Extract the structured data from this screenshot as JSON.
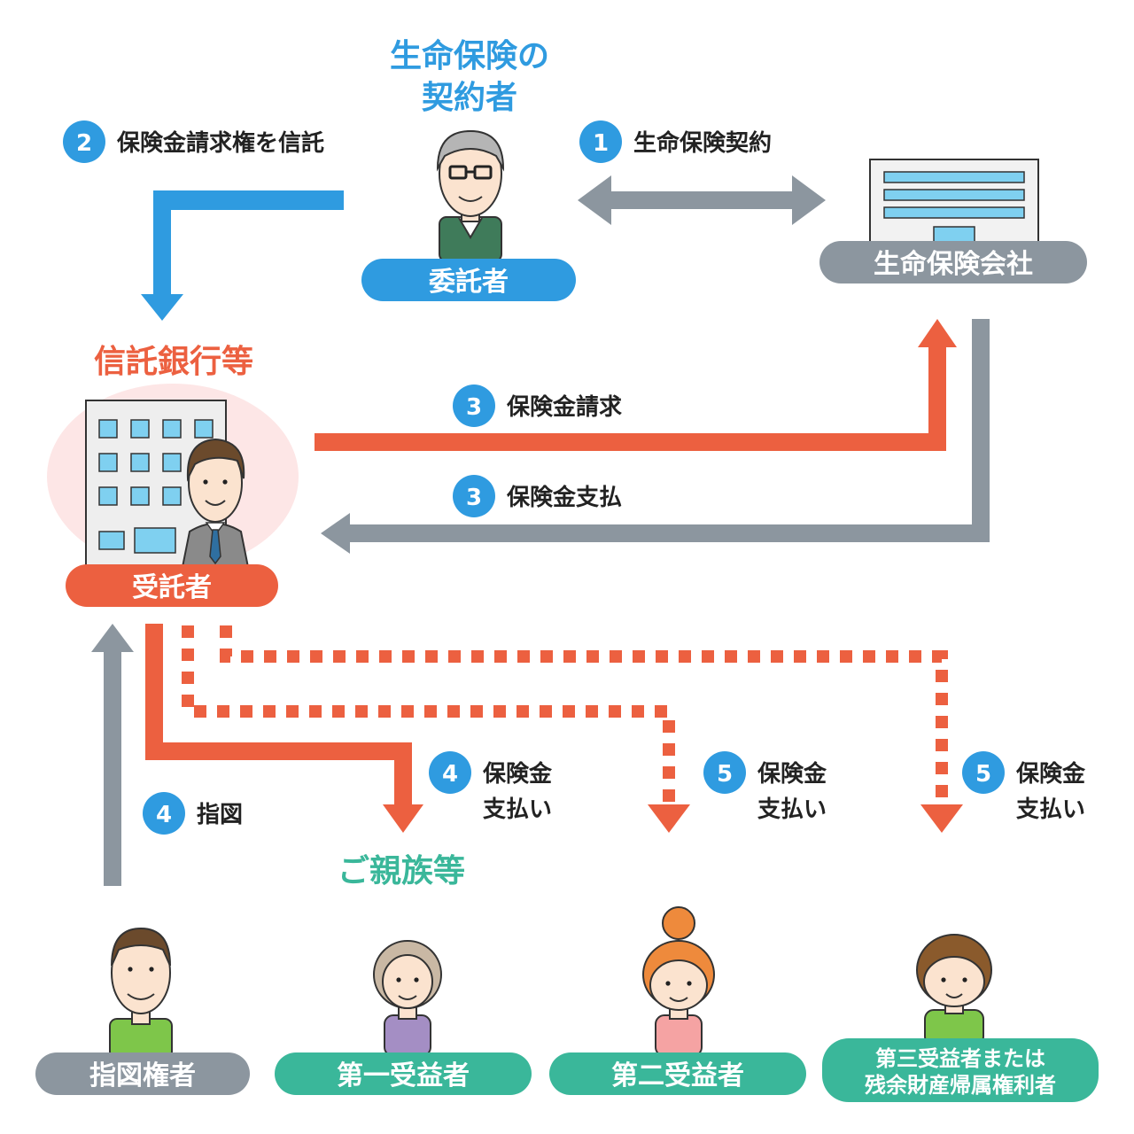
{
  "colors": {
    "blue": "#2f9be0",
    "orange": "#ec6040",
    "gray": "#8c969f",
    "teal": "#3ab79a",
    "text": "#222222",
    "pink_circle": "#fde6e6"
  },
  "settlor": {
    "title_line1": "生命保険の",
    "title_line2": "契約者",
    "badge": "委託者",
    "icon": "elderly-man-with-glasses-icon"
  },
  "insurer": {
    "badge": "生命保険会社",
    "icon": "insurance-company-building-icon"
  },
  "trustee": {
    "title": "信託銀行等",
    "badge": "受託者",
    "icon": "bank-building-with-businessman-icon"
  },
  "steps": {
    "s1": {
      "num": "1",
      "label": "生命保険契約"
    },
    "s2": {
      "num": "2",
      "label": "保険金請求権を信託"
    },
    "s3a": {
      "num": "3",
      "label": "保険金請求"
    },
    "s3b": {
      "num": "3",
      "label": "保険金支払"
    },
    "s4a": {
      "num": "4",
      "label_line1": "保険金",
      "label_line2": "支払い"
    },
    "s4b": {
      "num": "4",
      "label": "指図"
    },
    "s5a": {
      "num": "5",
      "label_line1": "保険金",
      "label_line2": "支払い"
    },
    "s5b": {
      "num": "5",
      "label_line1": "保険金",
      "label_line2": "支払い"
    }
  },
  "family_label": "ご親族等",
  "people": {
    "director": {
      "badge": "指図権者",
      "icon": "middle-aged-man-icon"
    },
    "first": {
      "badge": "第一受益者",
      "icon": "elderly-woman-icon"
    },
    "second": {
      "badge": "第二受益者",
      "icon": "young-woman-with-bun-icon"
    },
    "third": {
      "badge_line1": "第三受益者または",
      "badge_line2": "残余財産帰属権利者",
      "icon": "child-icon"
    }
  }
}
